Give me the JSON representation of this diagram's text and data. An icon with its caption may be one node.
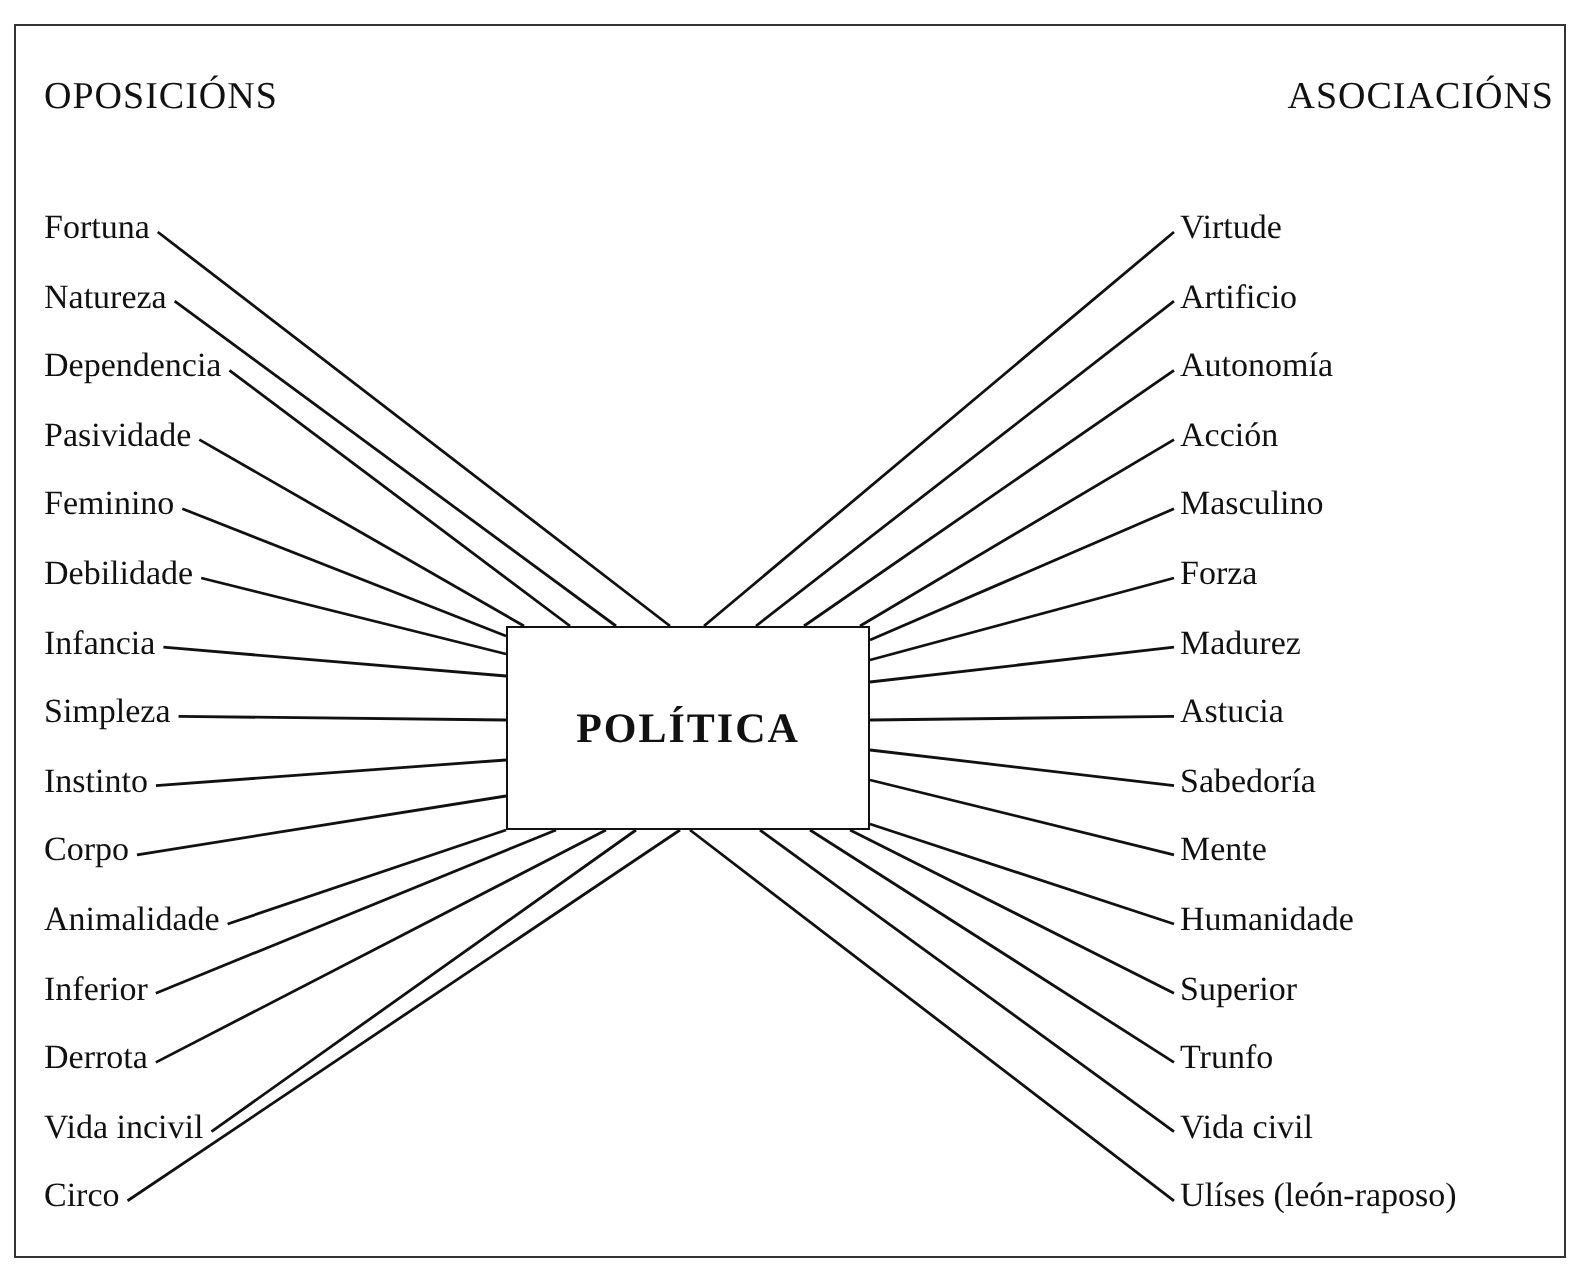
{
  "diagram": {
    "nodes": [
      {
        "text": [
          "POLÍTICA"
        ]
      },
      {
        "text": [
          "Fortuna"
        ]
      },
      {
        "text": [
          "Natureza"
        ]
      },
      {
        "text": [
          "Dependencia"
        ]
      },
      {
        "text": [
          "Pasividade"
        ]
      },
      {
        "text": [
          "Feminino"
        ]
      },
      {
        "text": [
          "Debilidade"
        ]
      },
      {
        "text": [
          "Infancia"
        ]
      },
      {
        "text": [
          "Simpleza"
        ]
      },
      {
        "text": [
          "Instinto"
        ]
      },
      {
        "text": [
          "Corpo"
        ]
      },
      {
        "text": [
          "Animalidade"
        ]
      },
      {
        "text": [
          "Inferior"
        ]
      },
      {
        "text": [
          "Derrota"
        ]
      },
      {
        "text": [
          "Vida incivil"
        ]
      },
      {
        "text": [
          "Circo"
        ]
      },
      {
        "text": [
          "Virtude"
        ]
      },
      {
        "text": [
          "Artificio"
        ]
      },
      {
        "text": [
          "Autonomía"
        ]
      },
      {
        "text": [
          "Acción"
        ]
      },
      {
        "text": [
          "Masculino"
        ]
      },
      {
        "text": [
          "Forza"
        ]
      },
      {
        "text": [
          "Madurez"
        ]
      },
      {
        "text": [
          "Astucia"
        ]
      },
      {
        "text": [
          "Sabedoría"
        ]
      },
      {
        "text": [
          "Mente"
        ]
      },
      {
        "text": [
          "Humanidade"
        ]
      },
      {
        "text": [
          "Superior"
        ]
      },
      {
        "text": [
          "Trunfo"
        ]
      },
      {
        "text": [
          "Vida civil"
        ]
      },
      {
        "text": [
          "Ulíses (león-raposo)"
        ]
      }
    ],
    "edges": [
      {
        "from": 0,
        "to": 1,
        "arrow": "none"
      },
      {
        "from": 0,
        "to": 2,
        "arrow": "none"
      },
      {
        "from": 0,
        "to": 3,
        "arrow": "none"
      },
      {
        "from": 0,
        "to": 4,
        "arrow": "none"
      },
      {
        "from": 0,
        "to": 5,
        "arrow": "none"
      },
      {
        "from": 0,
        "to": 6,
        "arrow": "none"
      },
      {
        "from": 0,
        "to": 7,
        "arrow": "none"
      },
      {
        "from": 0,
        "to": 8,
        "arrow": "none"
      },
      {
        "from": 0,
        "to": 9,
        "arrow": "none"
      },
      {
        "from": 0,
        "to": 10,
        "arrow": "none"
      },
      {
        "from": 0,
        "to": 11,
        "arrow": "none"
      },
      {
        "from": 0,
        "to": 12,
        "arrow": "none"
      },
      {
        "from": 0,
        "to": 13,
        "arrow": "none"
      },
      {
        "from": 0,
        "to": 14,
        "arrow": "none"
      },
      {
        "from": 0,
        "to": 15,
        "arrow": "none"
      },
      {
        "from": 0,
        "to": 16,
        "arrow": "none"
      },
      {
        "from": 0,
        "to": 17,
        "arrow": "none"
      },
      {
        "from": 0,
        "to": 18,
        "arrow": "none"
      },
      {
        "from": 0,
        "to": 19,
        "arrow": "none"
      },
      {
        "from": 0,
        "to": 20,
        "arrow": "none"
      },
      {
        "from": 0,
        "to": 21,
        "arrow": "none"
      },
      {
        "from": 0,
        "to": 22,
        "arrow": "none"
      },
      {
        "from": 0,
        "to": 23,
        "arrow": "none"
      },
      {
        "from": 0,
        "to": 24,
        "arrow": "none"
      },
      {
        "from": 0,
        "to": 25,
        "arrow": "none"
      },
      {
        "from": 0,
        "to": 26,
        "arrow": "none"
      },
      {
        "from": 0,
        "to": 27,
        "arrow": "none"
      },
      {
        "from": 0,
        "to": 28,
        "arrow": "none"
      },
      {
        "from": 0,
        "to": 29,
        "arrow": "none"
      },
      {
        "from": 0,
        "to": 30,
        "arrow": "none"
      }
    ],
    "labels": [
      "OPOSICIÓNS",
      "ASOCIACIÓNS"
    ]
  }
}
